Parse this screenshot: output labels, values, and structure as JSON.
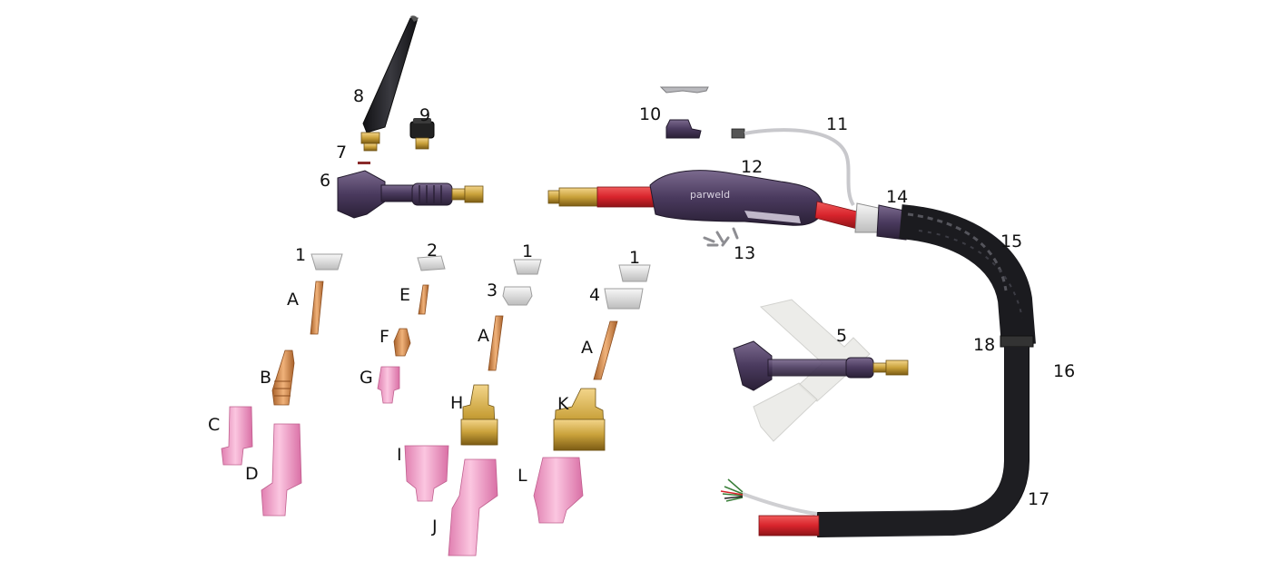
{
  "logo": {
    "text": "parweld"
  },
  "labels": {
    "n1": "1",
    "n2": "2",
    "n3": "3",
    "n4": "4",
    "n5": "5",
    "n6": "6",
    "n7": "7",
    "n8": "8",
    "n9": "9",
    "n10": "10",
    "n11": "11",
    "n12": "12",
    "n13": "13",
    "n14": "14",
    "n15": "15",
    "n16": "16",
    "n17": "17",
    "n18": "18",
    "A": "A",
    "B": "B",
    "C": "C",
    "D": "D",
    "E": "E",
    "F": "F",
    "G": "G",
    "H": "H",
    "I": "I",
    "J": "J",
    "K": "K",
    "L": "L"
  },
  "colors": {
    "torch_purple": "#4a3a5e",
    "hose_red": "#d8242c",
    "brass": "#c9a13a",
    "copper": "#cf8a4c",
    "ceramic_pink": "#f2a4c8",
    "cable_black": "#1e1e22",
    "cap_grey": "#e6e6e6"
  }
}
